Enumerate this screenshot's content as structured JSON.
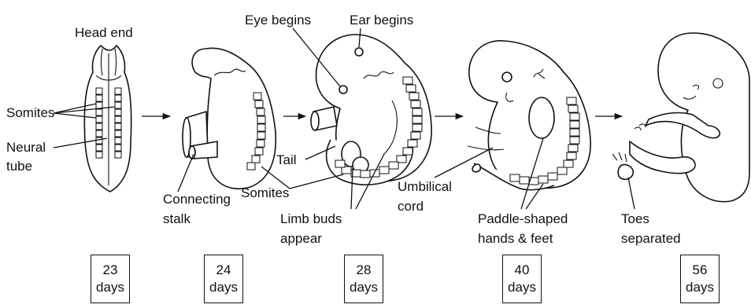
{
  "labels": {
    "head_end": "Head end",
    "somites_1": "Somites",
    "neural_1": "Neural",
    "neural_2": "tube",
    "connecting_1": "Connecting",
    "connecting_2": "stalk",
    "eye_begins": "Eye begins",
    "ear_begins": "Ear begins",
    "tail": "Tail",
    "somites_2": "Somites",
    "limb_1": "Limb buds",
    "limb_2": "appear",
    "umbilical_1": "Umbilical",
    "umbilical_2": "cord",
    "paddle_1": "Paddle-shaped",
    "paddle_2": "hands & feet",
    "toes_1": "Toes",
    "toes_2": "separated"
  },
  "stages": [
    {
      "num": "23",
      "unit": "days"
    },
    {
      "num": "24",
      "unit": "days"
    },
    {
      "num": "28",
      "unit": "days"
    },
    {
      "num": "40",
      "unit": "days"
    },
    {
      "num": "56",
      "unit": "days"
    }
  ]
}
